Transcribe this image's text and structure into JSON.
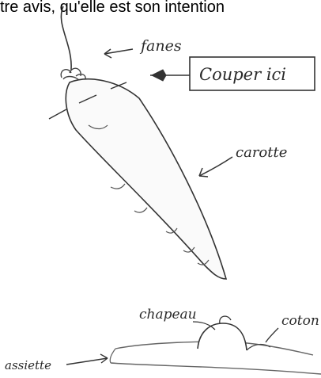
{
  "caption": "tre avis, qu'elle est son intention",
  "labels": {
    "fanes": "fanes",
    "couper": "Couper ici",
    "carotte": "carotte",
    "chapeau": "chapeau",
    "coton": "coton",
    "assiette": "assiette"
  }
}
